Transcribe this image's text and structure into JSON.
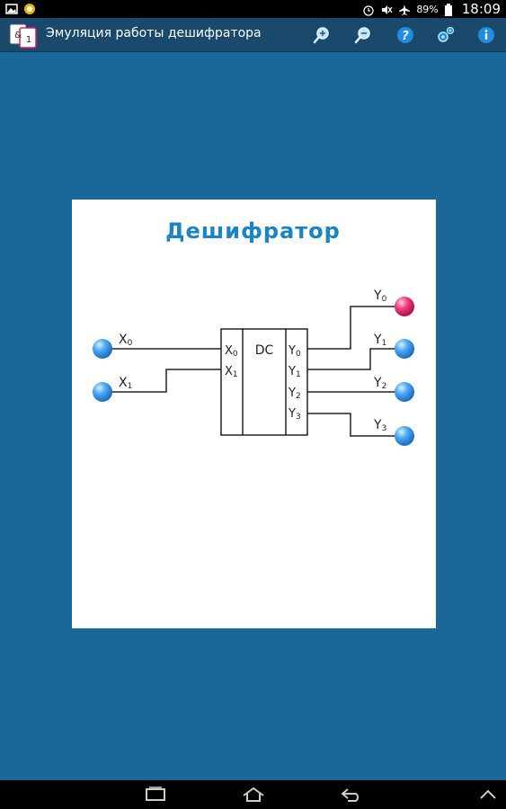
{
  "status_bar": {
    "battery": "89%",
    "time": "18:09"
  },
  "action_bar": {
    "title": "Эмуляция работы дешифратора",
    "app_icon_letters": [
      "&",
      "1"
    ],
    "actions": [
      {
        "name": "zoom-in-icon"
      },
      {
        "name": "zoom-out-icon"
      },
      {
        "name": "help-icon"
      },
      {
        "name": "settings-icon"
      },
      {
        "name": "info-icon"
      }
    ]
  },
  "diagram": {
    "title": "Дешифратор",
    "block_label": "DC",
    "inputs": [
      {
        "label": "X",
        "sub": "0",
        "pin": "X",
        "pin_sub": "0",
        "state": "off"
      },
      {
        "label": "X",
        "sub": "1",
        "pin": "X",
        "pin_sub": "1",
        "state": "off"
      }
    ],
    "outputs": [
      {
        "label": "Y",
        "sub": "0",
        "pin": "Y",
        "pin_sub": "0",
        "state": "on"
      },
      {
        "label": "Y",
        "sub": "1",
        "pin": "Y",
        "pin_sub": "1",
        "state": "off"
      },
      {
        "label": "Y",
        "sub": "2",
        "pin": "Y",
        "pin_sub": "2",
        "state": "off"
      },
      {
        "label": "Y",
        "sub": "3",
        "pin": "Y",
        "pin_sub": "3",
        "state": "off"
      }
    ],
    "colors": {
      "off": "#2f8ee0",
      "on": "#e0266a",
      "title": "#1b84c4",
      "background": "#1a6799"
    }
  }
}
